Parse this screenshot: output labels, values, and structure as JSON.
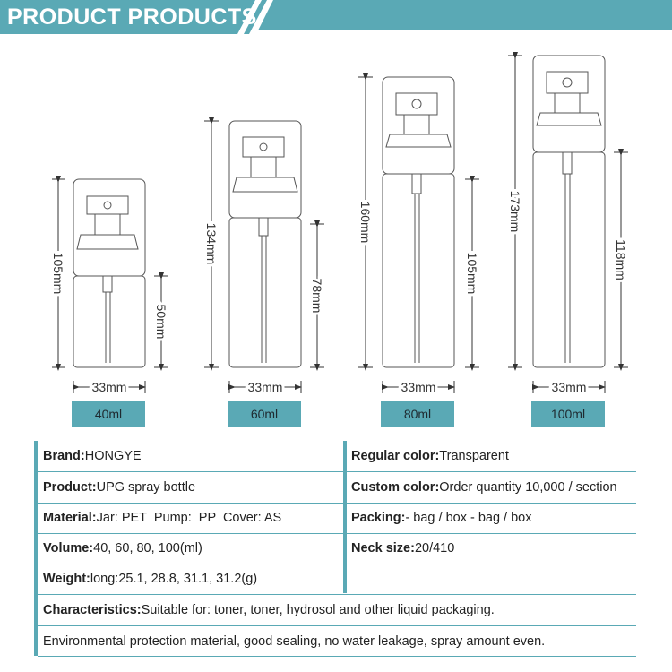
{
  "header": {
    "title": "PRODUCT PRODUCTS",
    "accent_color": "#5aa9b5"
  },
  "bottles": [
    {
      "capacity": "40ml",
      "width_label": "33mm",
      "total_height_label": "105mm",
      "body_height_label": "50mm"
    },
    {
      "capacity": "60ml",
      "width_label": "33mm",
      "total_height_label": "134mm",
      "body_height_label": "78mm"
    },
    {
      "capacity": "80ml",
      "width_label": "33mm",
      "total_height_label": "160mm",
      "body_height_label": "105mm"
    },
    {
      "capacity": "100ml",
      "width_label": "33mm",
      "total_height_label": "173mm",
      "body_height_label": "118mm"
    }
  ],
  "specs": {
    "brand": {
      "label": "Brand:",
      "value": "HONGYE"
    },
    "product": {
      "label": "Product:",
      "value": "UPG spray bottle"
    },
    "material": {
      "label": "Material:",
      "value": "Jar: PET  Pump:  PP  Cover: AS"
    },
    "volume": {
      "label": "Volume:",
      "value": "40, 60, 80, 100(ml)"
    },
    "weight": {
      "label": "Weight:",
      "value": "long:25.1, 28.8, 31.1, 31.2(g)"
    },
    "regular_color": {
      "label": "Regular color:",
      "value": "Transparent"
    },
    "custom_color": {
      "label": "Custom color:",
      "value": "Order quantity 10,000 / section"
    },
    "packing": {
      "label": "Packing:",
      "value": "- bag / box - bag / box"
    },
    "neck_size": {
      "label": "Neck size:",
      "value": "20/410"
    },
    "characteristics": {
      "label": "Characteristics:",
      "value": "Suitable for: toner, toner, hydrosol and other liquid packaging."
    },
    "note": "Environmental protection material, good sealing, no water leakage, spray amount even."
  }
}
